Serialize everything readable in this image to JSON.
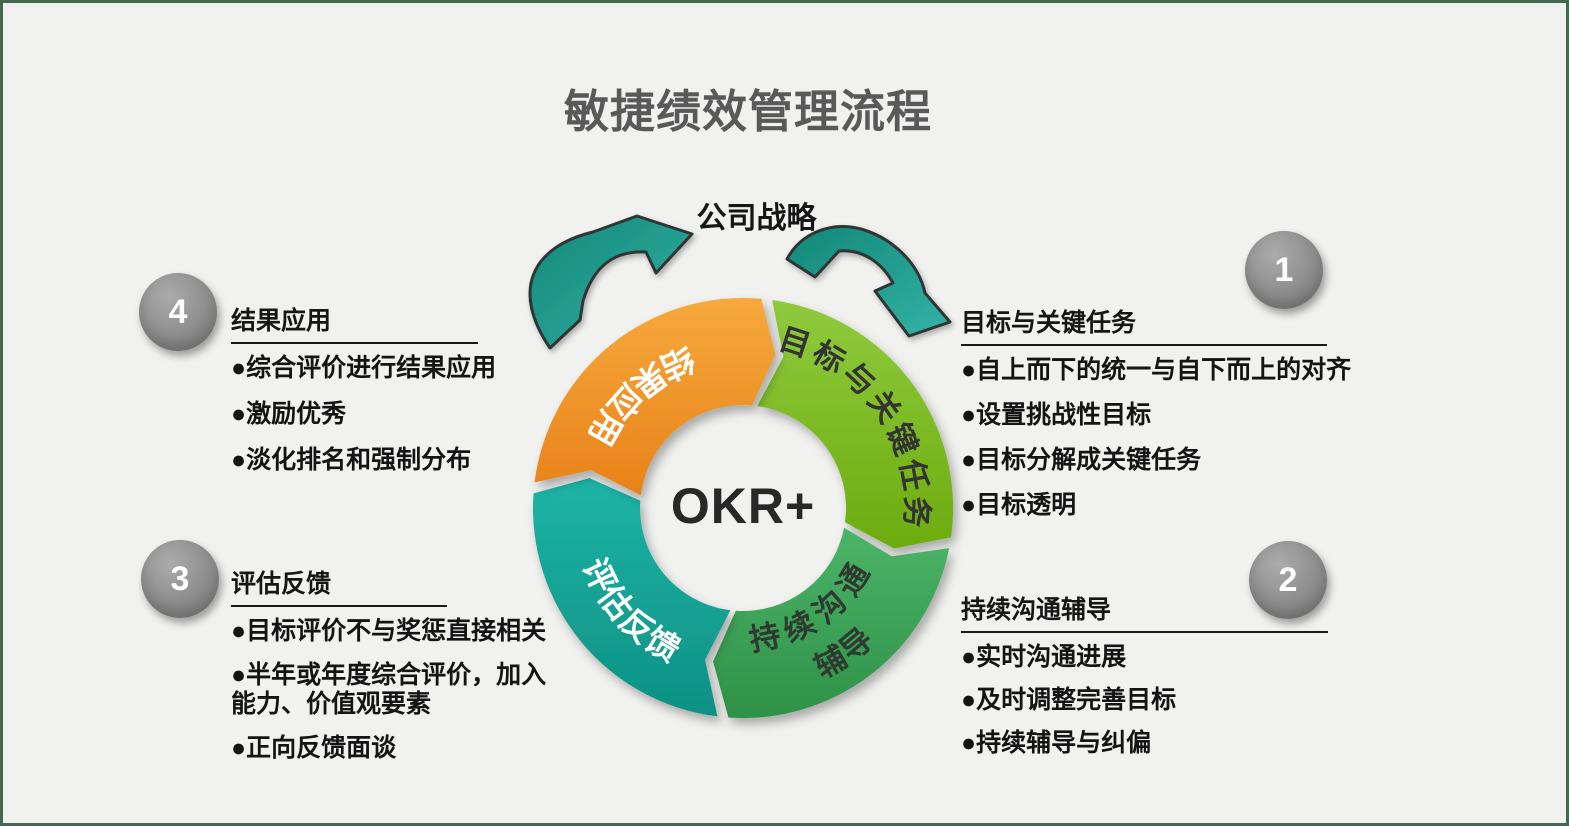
{
  "page": {
    "title": "敏捷绩效管理流程"
  },
  "diagram": {
    "strategy_label": "公司战略",
    "center_label": "OKR+",
    "segments": [
      {
        "name": "goals",
        "label": "目标与关键任务",
        "color_light": "#8fca3e",
        "color_dark": "#6cac0e",
        "text_color": "#333333"
      },
      {
        "name": "coaching",
        "label_line1": "持续沟通",
        "label_line2": "辅导",
        "color_light": "#4cb468",
        "color_dark": "#2e9147",
        "text_color": "#2e3a2f"
      },
      {
        "name": "feedback",
        "label": "评估反馈",
        "color_light": "#1db4a6",
        "color_dark": "#0d9184",
        "text_color": "#ffffff"
      },
      {
        "name": "results",
        "label": "结果应用",
        "color_light": "#f6a93c",
        "color_dark": "#e8821a",
        "text_color": "#ffffff"
      }
    ],
    "arrow_color_light": "#33b3a6",
    "arrow_color_dark": "#128778"
  },
  "sections": [
    {
      "number": "1",
      "heading": "目标与关键任务",
      "bullets": [
        "自上而下的统一与自下而上的对齐",
        "设置挑战性目标",
        "目标分解成关键任务",
        "目标透明"
      ]
    },
    {
      "number": "2",
      "heading": "持续沟通辅导",
      "bullets": [
        "实时沟通进展",
        "及时调整完善目标",
        "持续辅导与纠偏"
      ]
    },
    {
      "number": "3",
      "heading": "评估反馈",
      "bullets": [
        "目标评价不与奖惩直接相关",
        "半年或年度综合评价，加入能力、价值观要素",
        "正向反馈面谈"
      ]
    },
    {
      "number": "4",
      "heading": "结果应用",
      "bullets": [
        "综合评价进行结果应用",
        "激励优秀",
        "淡化排名和强制分布"
      ]
    }
  ],
  "bullet_glyph": "●",
  "colors": {
    "background": "#f1f1ef",
    "frame": "#44684f",
    "title": "#595959",
    "body_text": "#161616",
    "badge_gray": "#8d8d8d"
  }
}
